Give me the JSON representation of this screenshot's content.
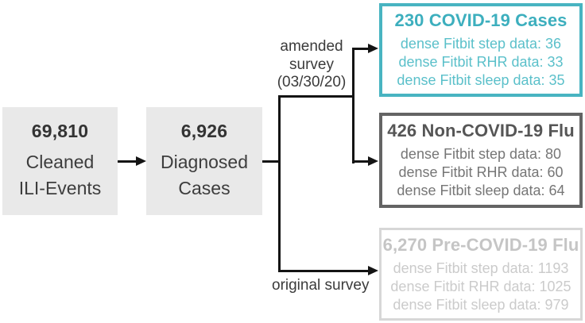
{
  "diagram": {
    "nodes": {
      "cleaned": {
        "count": "69,810",
        "label_lines": [
          "Cleaned",
          "ILI-Events"
        ]
      },
      "diagnosed": {
        "count": "6,926",
        "label_lines": [
          "Diagnosed",
          "Cases"
        ]
      },
      "covid": {
        "title": "230 COVID-19 Cases",
        "stats": [
          "dense Fitbit step data: 36",
          "dense Fitbit RHR data: 33",
          "dense Fitbit sleep data: 35"
        ],
        "accent_color": "#48b4c1"
      },
      "noncovid": {
        "title": "426 Non-COVID-19 Flu",
        "stats": [
          "dense Fitbit step data: 80",
          "dense Fitbit RHR data: 60",
          "dense Fitbit sleep data: 64"
        ],
        "accent_color": "#646464"
      },
      "precovid": {
        "title": "6,270 Pre-COVID-19 Flu",
        "stats": [
          "dense Fitbit step data: 1193",
          "dense Fitbit RHR data: 1025",
          "dense Fitbit sleep data: 979"
        ],
        "accent_color": "#d7d7d7"
      }
    },
    "edges": {
      "amended_label_lines": [
        "amended",
        "survey",
        "(03/30/20)"
      ],
      "original_label": "original survey"
    },
    "colors": {
      "node_fill": "#e9e9e9",
      "line_color": "#141414",
      "text_dark": "#3d3d3d"
    }
  }
}
